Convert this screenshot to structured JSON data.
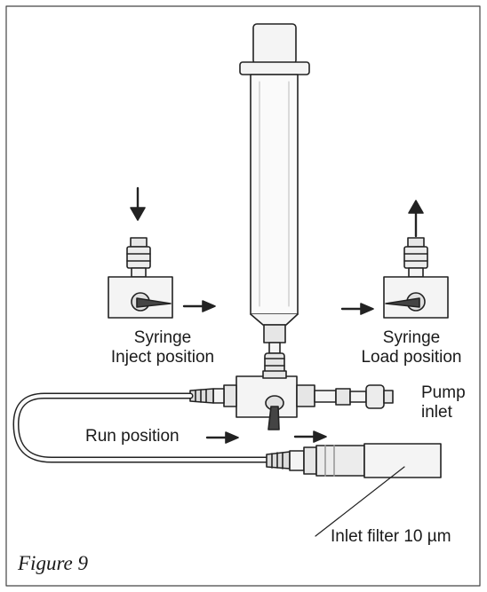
{
  "labels": {
    "syringe_inject_line1": "Syringe",
    "syringe_inject_line2": "Inject position",
    "syringe_load_line1": "Syringe",
    "syringe_load_line2": "Load position",
    "pump_inlet_line1": "Pump",
    "pump_inlet_line2": "inlet",
    "run_position": "Run position",
    "inlet_filter": "Inlet filter 10 µm"
  },
  "caption": "Figure 9"
}
